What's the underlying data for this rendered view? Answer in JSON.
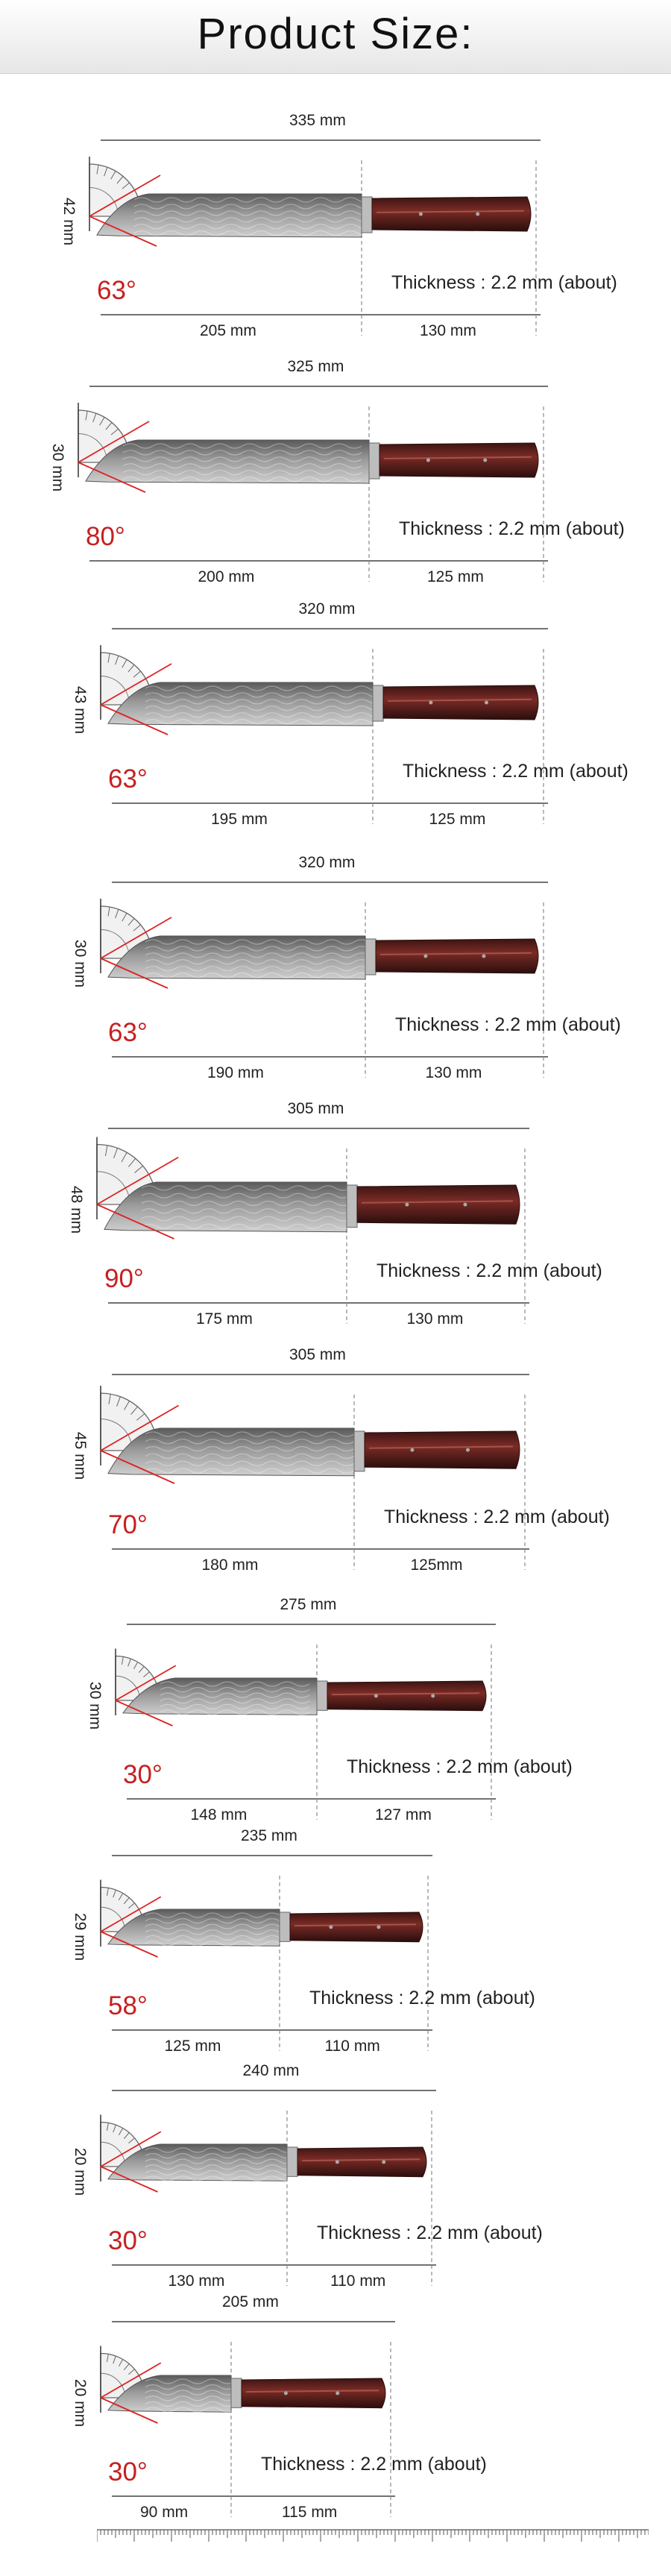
{
  "header": {
    "title": "Product Size:"
  },
  "knives": [
    {
      "total": "335 mm",
      "blade": "205 mm",
      "handle": "130 mm",
      "height": "42 mm",
      "angle": "63°",
      "thickness": "Thickness : 2.2 mm (about)"
    },
    {
      "total": "325 mm",
      "blade": "200 mm",
      "handle": "125 mm",
      "height": "30 mm",
      "angle": "80°",
      "thickness": "Thickness : 2.2 mm (about)"
    },
    {
      "total": "320 mm",
      "blade": "195 mm",
      "handle": "125 mm",
      "height": "43 mm",
      "angle": "63°",
      "thickness": "Thickness : 2.2 mm (about)"
    },
    {
      "total": "320 mm",
      "blade": "190 mm",
      "handle": "130 mm",
      "height": "30 mm",
      "angle": "63°",
      "thickness": "Thickness : 2.2 mm (about)"
    },
    {
      "total": "305 mm",
      "blade": "175 mm",
      "handle": "130 mm",
      "height": "48 mm",
      "angle": "90°",
      "thickness": "Thickness : 2.2 mm (about)"
    },
    {
      "total": "305 mm",
      "blade": "180 mm",
      "handle": "125mm",
      "height": "45 mm",
      "angle": "70°",
      "thickness": "Thickness : 2.2 mm (about)"
    },
    {
      "total": "275 mm",
      "blade": "148 mm",
      "handle": "127 mm",
      "height": "30 mm",
      "angle": "30°",
      "thickness": "Thickness : 2.2 mm (about)"
    },
    {
      "total": "235 mm",
      "blade": "125 mm",
      "handle": "110 mm",
      "height": "29 mm",
      "angle": "58°",
      "thickness": "Thickness : 2.2 mm (about)"
    },
    {
      "total": "240 mm",
      "blade": "130 mm",
      "handle": "110 mm",
      "height": "20 mm",
      "angle": "30°",
      "thickness": "Thickness : 2.2 mm (about)"
    },
    {
      "total": "205 mm",
      "blade": "90 mm",
      "handle": "115 mm",
      "height": "20 mm",
      "angle": "30°",
      "thickness": "Thickness : 2.2 mm (about)"
    }
  ],
  "colors": {
    "accent": "#c62020",
    "handle": "#5a1f1c",
    "blade": "#8f8f8f"
  }
}
